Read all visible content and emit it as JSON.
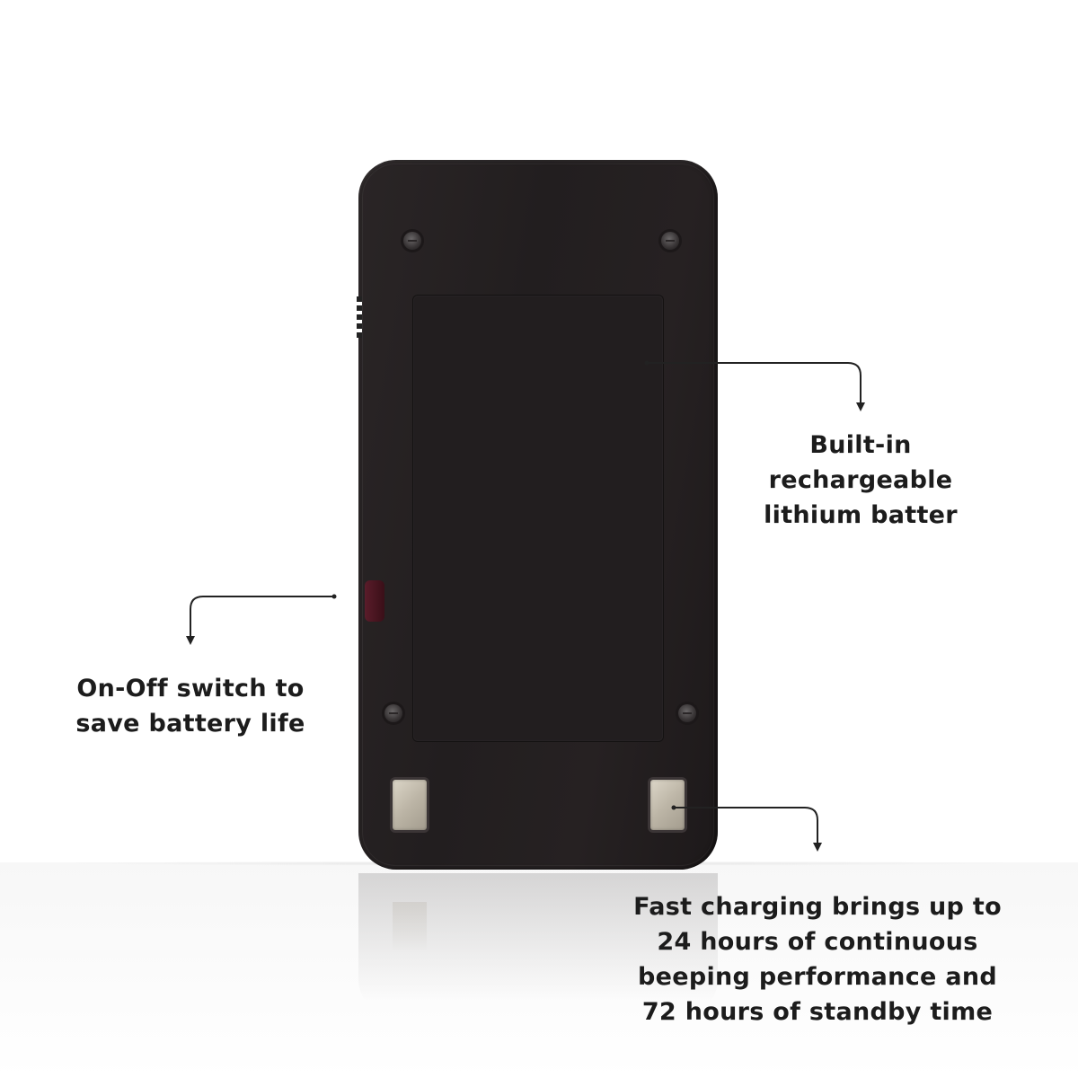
{
  "callouts": {
    "battery": {
      "lines": [
        "Built-in",
        "rechargeable",
        "lithium batter"
      ]
    },
    "switch": {
      "lines": [
        "On-Off switch to",
        "save battery life"
      ]
    },
    "charging": {
      "lines": [
        "Fast charging brings up to",
        "24 hours of continuous",
        "beeping performance and",
        "72 hours of standby time"
      ]
    }
  },
  "colors": {
    "device_body": "#231f20",
    "charging_contacts": "#c9c2b3",
    "switch_accent": "#4a1521",
    "text": "#1c1c1c"
  }
}
